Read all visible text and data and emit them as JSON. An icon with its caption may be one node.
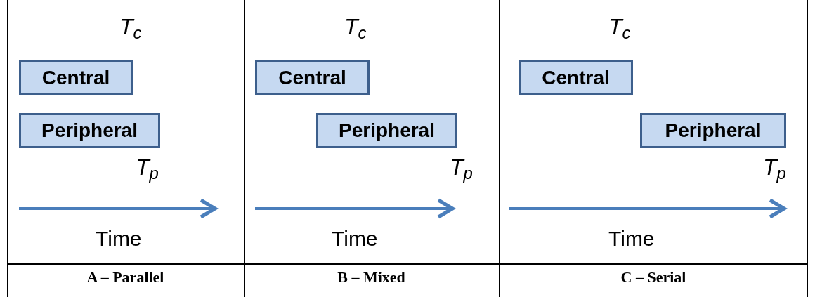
{
  "diagram": {
    "nodes": [
      {
        "text": [
          "Central"
        ]
      },
      {
        "text": [
          "Peripheral"
        ]
      },
      {
        "text": [
          "Central"
        ]
      },
      {
        "text": [
          "Peripheral"
        ]
      },
      {
        "text": [
          "Central"
        ]
      },
      {
        "text": [
          "Peripheral"
        ]
      }
    ],
    "labels": [
      "T$_{c}$",
      "T$_{c}$",
      "T$_{c}$",
      "T$_{p}$",
      "T$_{p}$",
      "T$_{p}$",
      "Time",
      "Time",
      "Time",
      "A – Parallel",
      "B – Mixed",
      "C – Serial"
    ]
  }
}
